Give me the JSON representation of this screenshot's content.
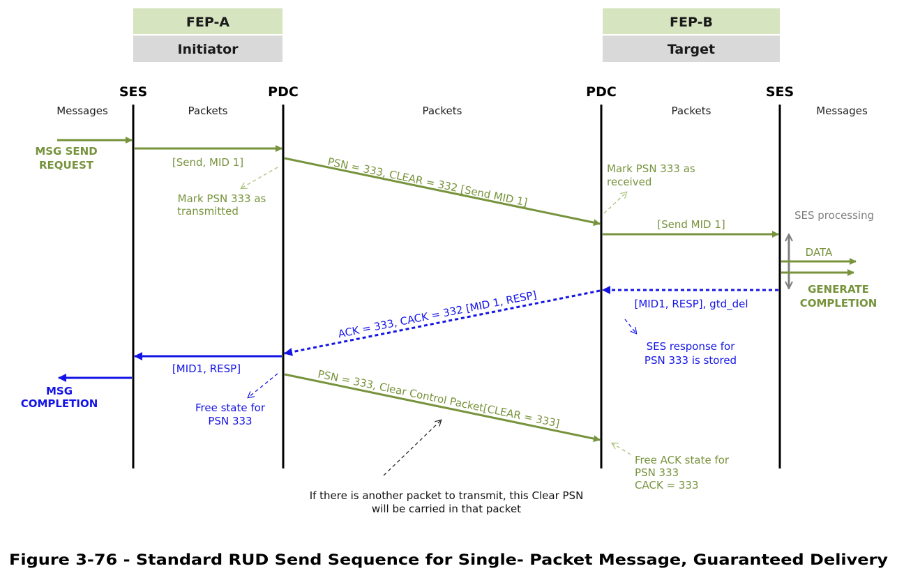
{
  "headers": {
    "fep_a": {
      "name": "FEP-A",
      "role": "Initiator"
    },
    "fep_b": {
      "name": "FEP-B",
      "role": "Target"
    }
  },
  "lifelines": {
    "ses_a": "SES",
    "pdc_a": "PDC",
    "pdc_b": "PDC",
    "ses_b": "SES"
  },
  "sublabels": {
    "messages_left": "Messages",
    "packets_a": "Packets",
    "packets_mid": "Packets",
    "packets_b": "Packets",
    "messages_right": "Messages"
  },
  "events": {
    "msg_send_request_1": "MSG SEND",
    "msg_send_request_2": "REQUEST",
    "send_mid1_a": "[Send, MID 1]",
    "mark_tx_1": "Mark PSN 333 as",
    "mark_tx_2": "transmitted",
    "psn_clear_send": "PSN = 333, CLEAR = 332  [Send MID 1]",
    "mark_rx_1": "Mark PSN 333 as",
    "mark_rx_2": "received",
    "send_mid1_b": "[Send MID 1]",
    "ses_processing": "SES processing",
    "data": "DATA",
    "generate_completion_1": "GENERATE",
    "generate_completion_2": "COMPLETION",
    "mid1_resp_gtd": "[MID1, RESP], gtd_del",
    "ack_cack": "ACK = 333, CACK = 332 [MID 1, RESP]",
    "ses_response_1": "SES response for",
    "ses_response_2": "PSN 333 is stored",
    "mid1_resp_a": "[MID1, RESP]",
    "msg_completion_1": "MSG",
    "msg_completion_2": "COMPLETION",
    "free_state_1": "Free state for",
    "free_state_2": "PSN 333",
    "psn_clear_control": "PSN = 333, Clear Control Packet[CLEAR = 333]",
    "free_ack_1": "Free ACK state for",
    "free_ack_2": "PSN 333",
    "free_ack_3": "CACK = 333",
    "note_1": "If there is another packet to transmit, this Clear PSN",
    "note_2": "will be carried in that packet"
  },
  "caption": "Figure 3-76 - Standard RUD Send Sequence for Single- Packet Message, Guaranteed Delivery",
  "colors": {
    "request_green": "#77933c",
    "response_blue": "#1414e6",
    "neutral_gray": "#7f7f7f"
  }
}
